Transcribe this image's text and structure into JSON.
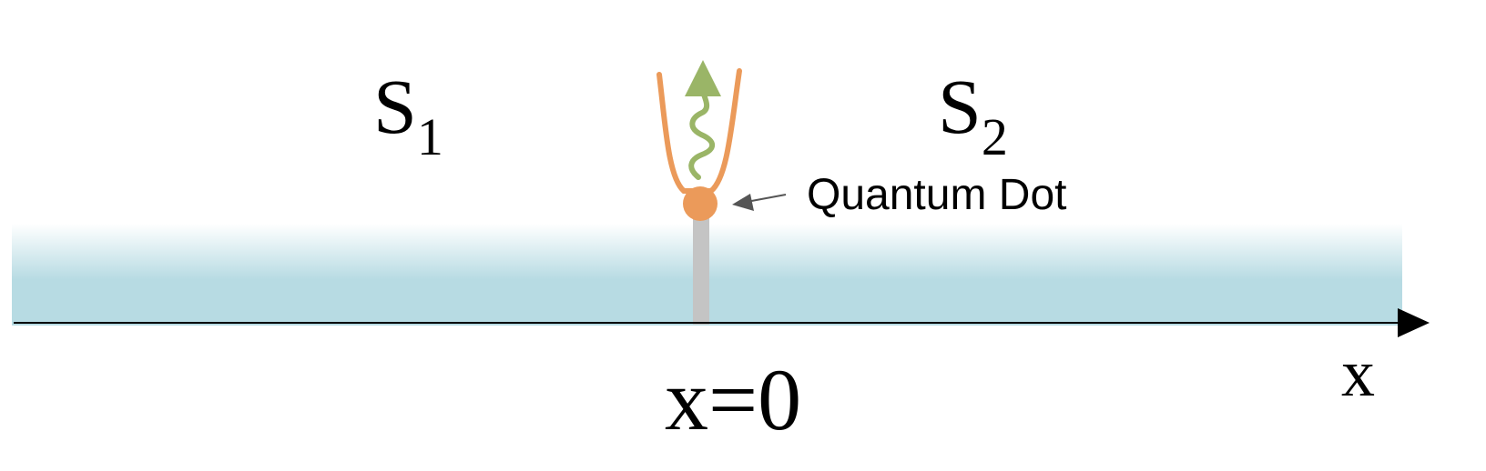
{
  "labels": {
    "s1_letter": "S",
    "s1_sub": "1",
    "s2_letter": "S",
    "s2_sub": "2",
    "quantum_dot": "Quantum Dot",
    "origin": "x=0",
    "axis": "x"
  },
  "colors": {
    "strip_top": "#ffffff",
    "strip_bottom": "#b7dbe3",
    "dot": "#eb9a5a",
    "trap": "#eb9a5a",
    "photon": "#9ab567",
    "junction": "#c4c4c4",
    "pointer": "#555555",
    "axis": "#000000"
  }
}
